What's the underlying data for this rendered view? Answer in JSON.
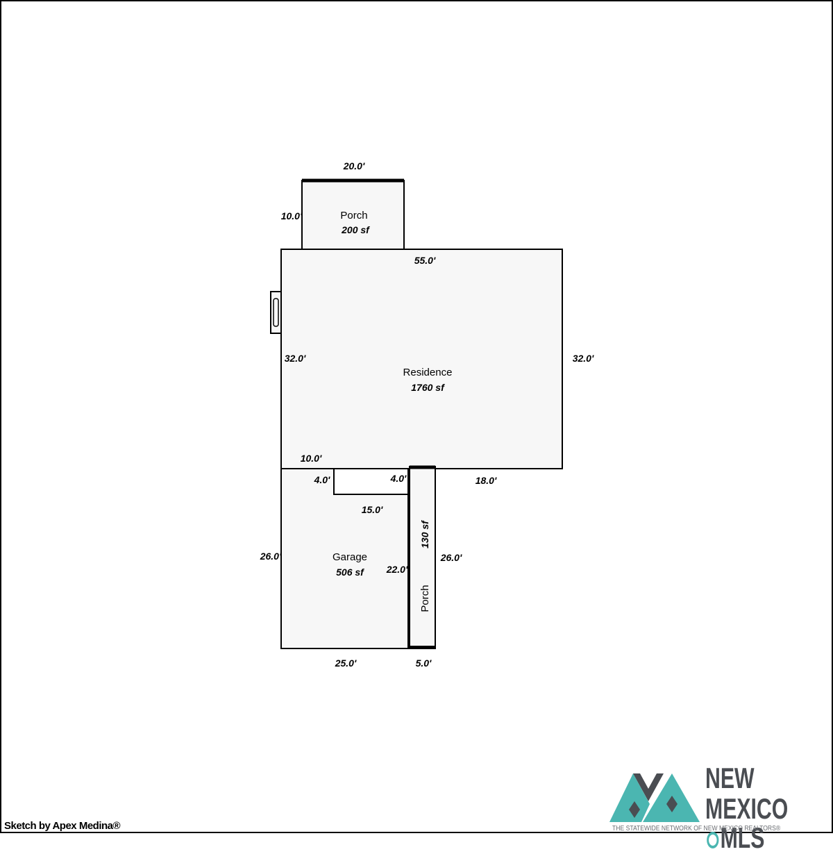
{
  "diagram": {
    "rooms": [
      {
        "id": "porch-top",
        "name": "Porch",
        "area": "200 sf"
      },
      {
        "id": "residence",
        "name": "Residence",
        "area": "1760 sf"
      },
      {
        "id": "garage",
        "name": "Garage",
        "area": "506 sf"
      },
      {
        "id": "porch-side",
        "name": "Porch",
        "area": "130 sf"
      }
    ],
    "dimensions": {
      "porch_top_width": "20.0'",
      "porch_top_depth": "10.0'",
      "residence_top": "55.0'",
      "residence_left": "32.0'",
      "residence_right": "32.0'",
      "residence_bottom_left": "10.0'",
      "residence_bottom_right": "18.0'",
      "notch_left": "4.0'",
      "notch_right": "4.0'",
      "notch_bottom": "15.0'",
      "garage_left": "26.0'",
      "garage_right": "22.0'",
      "garage_bottom": "25.0'",
      "porch_side_right": "26.0'",
      "porch_side_bottom": "5.0'"
    }
  },
  "footer": {
    "sketch_credit": "Sketch by Apex Medina®"
  },
  "logo": {
    "line1": "NEW",
    "line2": "MEXICO",
    "line2b": "MLS",
    "tagline": "THE STATEWIDE NETWORK OF NEW MEXICO REALTORS®",
    "colors": {
      "teal": "#4bb6b1",
      "gray": "#4a4d52",
      "light_gray": "#6b6e73"
    }
  }
}
